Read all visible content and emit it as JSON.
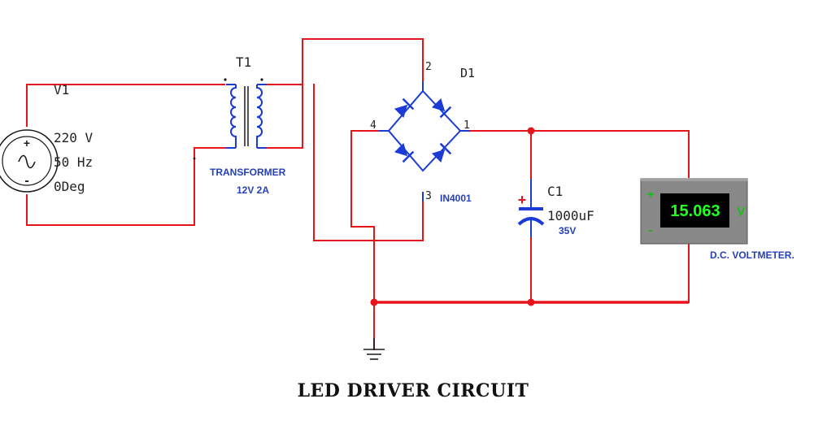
{
  "source": {
    "name": "V1",
    "voltage": "220 V",
    "frequency": "50 Hz",
    "phase": "0Deg",
    "plus_sign": "+",
    "minus_sign": "-"
  },
  "transformer": {
    "name": "T1",
    "label": "TRANSFORMER",
    "rating": "12V 2A"
  },
  "bridge": {
    "name": "D1",
    "part": "IN4001",
    "pins": {
      "p1": "1",
      "p2": "2",
      "p3": "3",
      "p4": "4"
    }
  },
  "capacitor": {
    "name": "C1",
    "value": "1000uF",
    "voltage": "35V",
    "plus_sign": "+"
  },
  "voltmeter": {
    "reading": "15.063",
    "unit": "V",
    "plus_sign": "+",
    "minus_sign": "-",
    "label": "D.C. VOLTMETER."
  },
  "title": "LED DRIVER CIRCUIT",
  "colors": {
    "wire": "#e8141c",
    "component": "#1a3bd6",
    "text_black": "#222222",
    "text_blue": "#2640b8",
    "lcd_bg": "#000000",
    "lcd_text": "#22ff22",
    "meter_plus": "#18c018",
    "meter_minus": "#22aa22",
    "meter_body": "#888888"
  }
}
